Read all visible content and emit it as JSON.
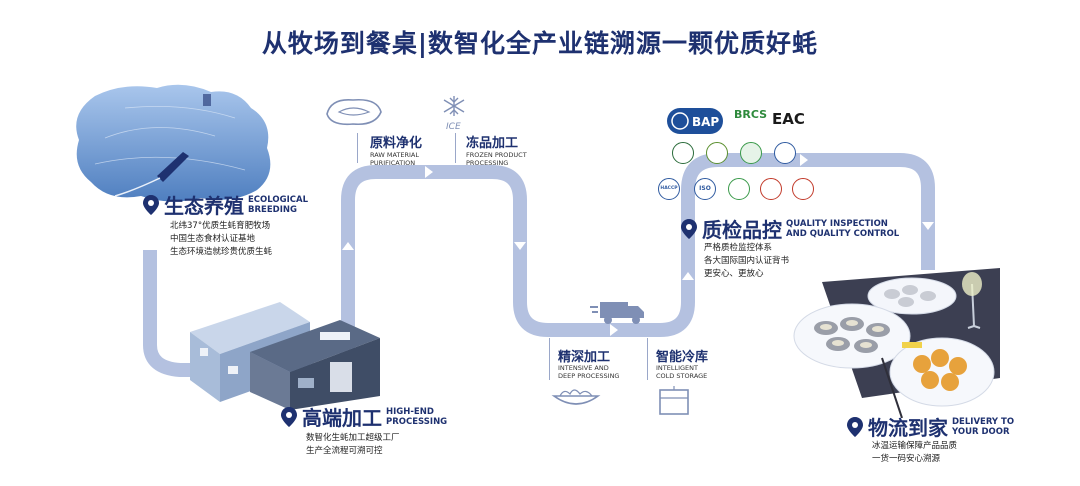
{
  "title": "从牧场到餐桌|数智化全产业链溯源一颗优质好蚝",
  "stages": {
    "breeding": {
      "cn": "生态养殖",
      "en1": "ECOLOGICAL",
      "en2": "BREEDING",
      "lines": [
        "北纬37°优质生蚝育肥牧场",
        "中国生态食材认证基地",
        "生态环境造就珍贵优质生蚝"
      ]
    },
    "processing": {
      "cn": "高端加工",
      "en1": "HIGH-END",
      "en2": "PROCESSING",
      "lines": [
        "数智化生蚝加工超级工厂",
        "生产全流程可溯可控"
      ]
    },
    "purification": {
      "cn": "原料净化",
      "en1": "RAW MATERIAL",
      "en2": "PURIFICATION"
    },
    "frozen": {
      "cn": "冻品加工",
      "en1": "FROZEN PRODUCT",
      "en2": "PROCESSING"
    },
    "intensive": {
      "cn": "精深加工",
      "en1": "INTENSIVE AND",
      "en2": "DEEP PROCESSING"
    },
    "cold": {
      "cn": "智能冷库",
      "en1": "INTELLIGENT",
      "en2": "COLD STORAGE"
    },
    "quality": {
      "cn": "质检品控",
      "en1": "QUALITY INSPECTION",
      "en2": "AND QUALITY CONTROL",
      "lines": [
        "严格质检监控体系",
        "各大国际国内认证背书",
        "更安心、更放心"
      ]
    },
    "delivery": {
      "cn": "物流到家",
      "en1": "DELIVERY TO",
      "en2": "YOUR DOOR",
      "lines": [
        "冰温运输保障产品品质",
        "一货一码安心溯源"
      ]
    }
  },
  "certs": {
    "bap": "BAP",
    "brcs": "BRCS",
    "eac": "EAC",
    "haccp": "HACCP",
    "iso": "ISO"
  },
  "ice_label": "ICE",
  "colors": {
    "route": "#b4c1e0",
    "navy": "#1e3170",
    "sea": "#6f99d2"
  }
}
